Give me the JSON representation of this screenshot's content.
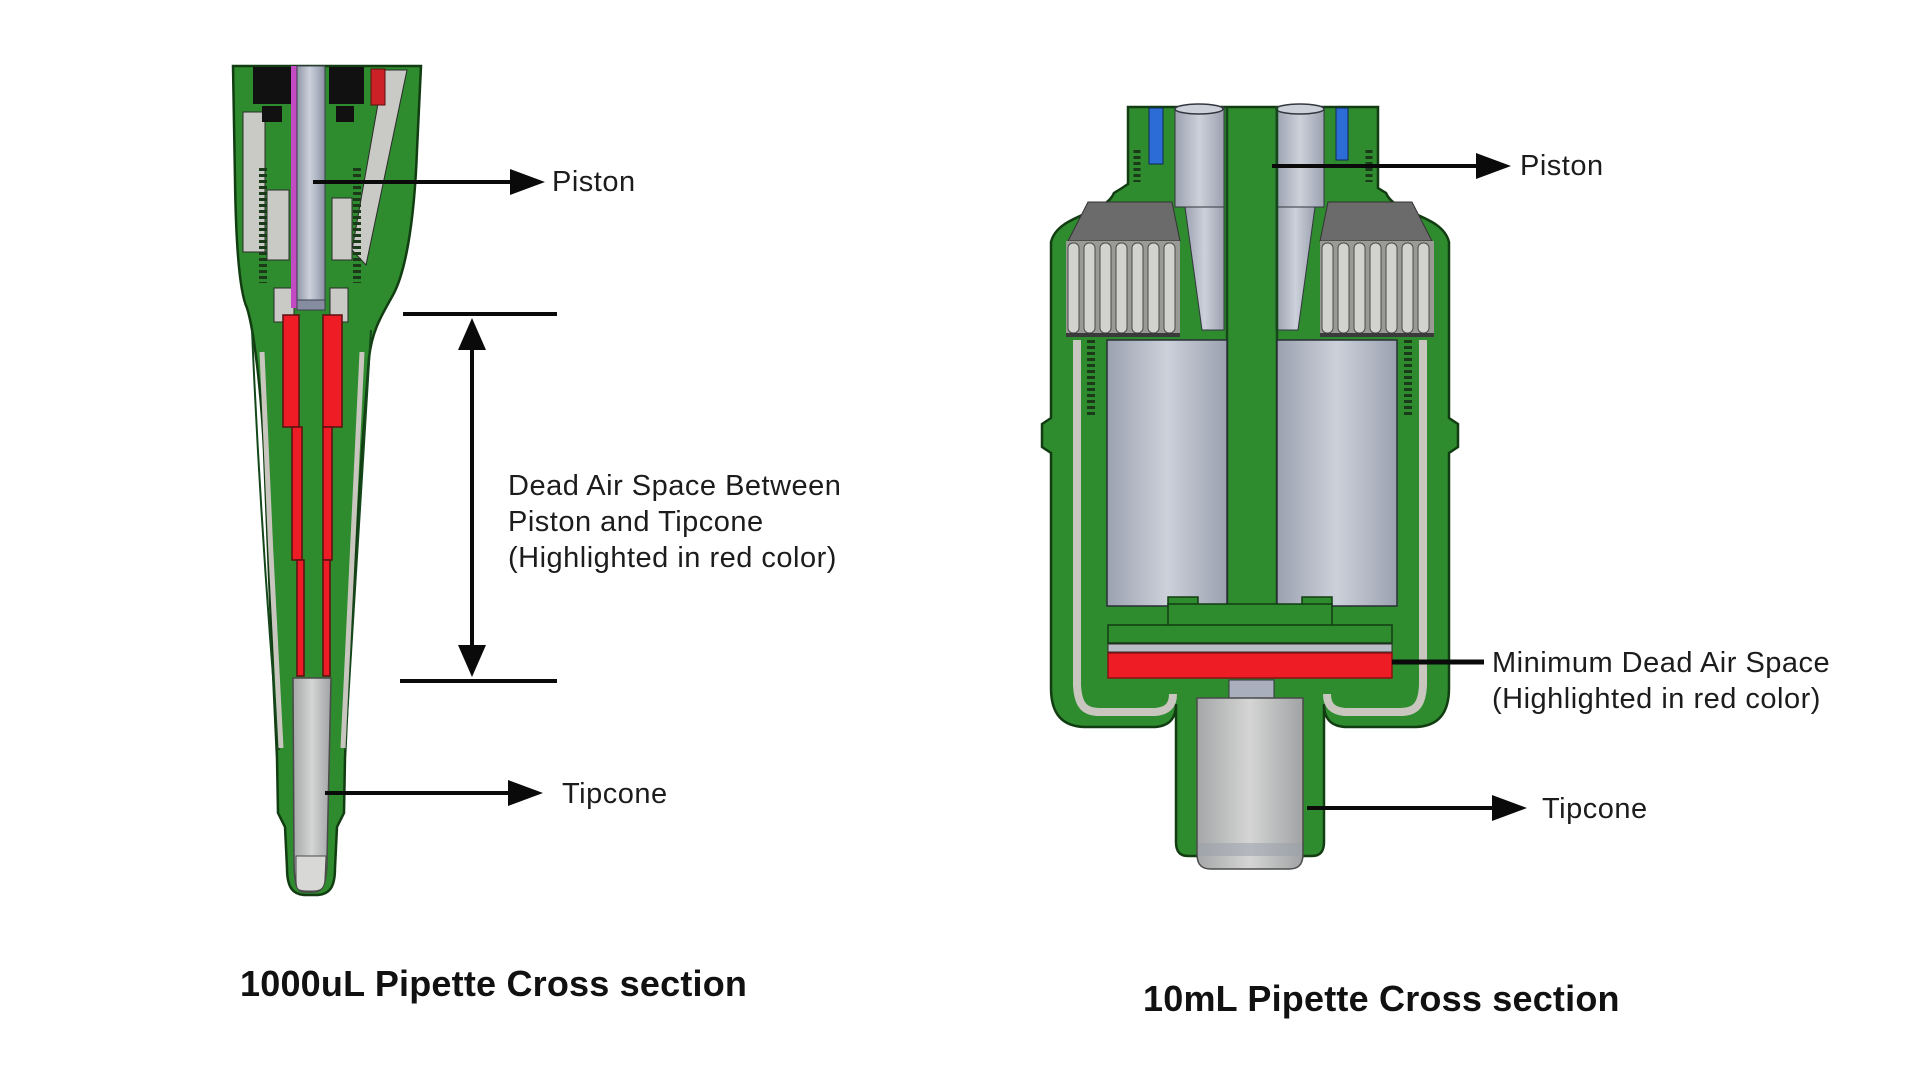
{
  "page": {
    "background": "#ffffff",
    "description": "Cross-section diagram comparing dead air space in a 1000uL pipette and a 10mL pipette"
  },
  "palette": {
    "body_green": "#2e8b2e",
    "dark_green_outline": "#123d12",
    "highlight_red": "#ee1c25",
    "piston_gray": "#b3b9c6",
    "liner_gray": "#c9c6c0",
    "seal_black": "#111111",
    "blue_strip": "#2c6cd6",
    "magenta_stripe": "#c24ac2",
    "arrow_black": "#0a0a0a"
  },
  "left_figure": {
    "caption": "1000uL Pipette Cross section",
    "piston_label": "Piston",
    "tipcone_label": "Tipcone",
    "dead_air_line1": "Dead Air Space Between",
    "dead_air_line2": "Piston and Tipcone",
    "dead_air_line3": "(Highlighted in red color)"
  },
  "right_figure": {
    "caption": "10mL Pipette Cross section",
    "piston_label": "Piston",
    "tipcone_label": "Tipcone",
    "min_dead_air_line1": "Minimum Dead Air Space",
    "min_dead_air_line2": "(Highlighted in red color)"
  }
}
